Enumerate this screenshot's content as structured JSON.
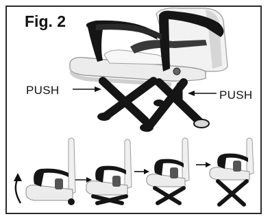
{
  "figure": {
    "label": "Fig. 2",
    "push_left_label": "PUSH",
    "push_right_label": "PUSH"
  },
  "colors": {
    "frame": "#2b2b2b",
    "plastic": "#f2f2f2",
    "plastic_shade": "#d9d9d9",
    "black_parts": "#151515",
    "strap": "#3a3a3a"
  }
}
